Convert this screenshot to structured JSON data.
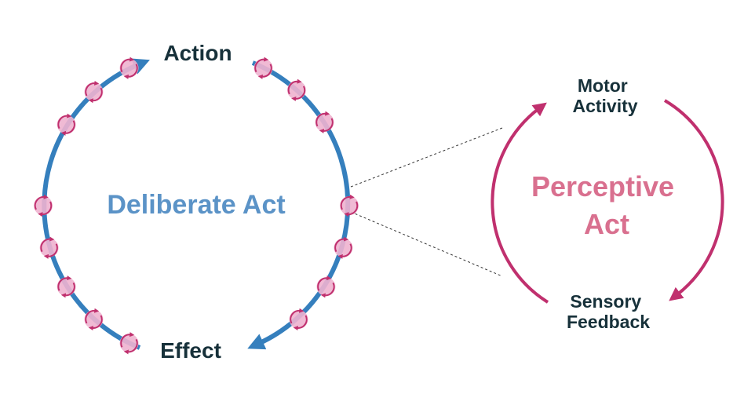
{
  "colors": {
    "blue_cycle": "#357fbd",
    "blue_text": "#5b93c7",
    "pink_cycle": "#c0306e",
    "pink_text": "#d9708f",
    "bead_fill": "#eeb3cf",
    "label_text": "#17313a",
    "connector": "#333333"
  },
  "deliberate_cycle": {
    "center_label": "Deliberate Act",
    "top_label": "Action",
    "bottom_label": "Effect"
  },
  "perceptive_cycle": {
    "center_line1": "Perceptive",
    "center_line2": "Act",
    "top_line1": "Motor",
    "top_line2": "Activity",
    "bottom_line1": "Sensory",
    "bottom_line2": "Feedback"
  },
  "mini_cycles": {
    "count": 15,
    "icon": "mini-perceptive-cycle-icon"
  }
}
